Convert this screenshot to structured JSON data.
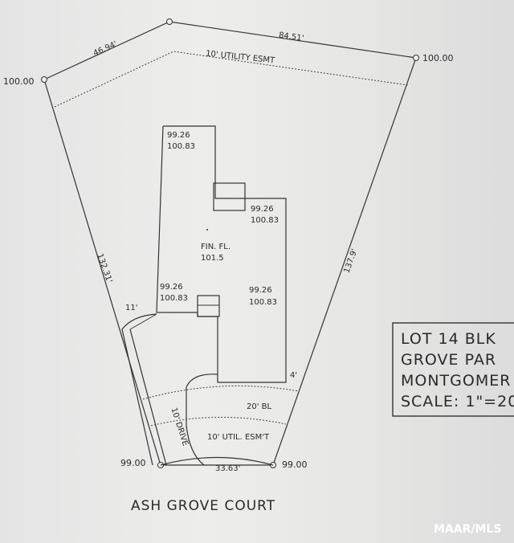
{
  "corners": {
    "nw": "100.00",
    "ne": "100.00",
    "sw": "99.00",
    "se": "99.00"
  },
  "dimensions": {
    "north_left": "46.94'",
    "north_right": "84.51'",
    "west": "132.31'",
    "east": "137.9'",
    "south": "33.63'",
    "side_setback": "11'",
    "side_setback_east": "4'"
  },
  "easements": {
    "rear": "10' UTILITY ESMT",
    "front_util": "10' UTIL. ESM'T",
    "building_line": "20' BL"
  },
  "house": {
    "elev_nw_1": "99.26",
    "elev_nw_2": "100.83",
    "elev_ne_1": "99.26",
    "elev_ne_2": "100.83",
    "elev_sw_1": "99.26",
    "elev_sw_2": "100.83",
    "elev_se_1": "99.26",
    "elev_se_2": "100.83",
    "floor_label": "FIN. FL.",
    "floor_value": "101.5"
  },
  "drive_label": "10' DRIVE",
  "street": "ASH GROVE COURT",
  "legend": {
    "line1": "LOT 14 BLK",
    "line2": "GROVE PAR",
    "line3": "MONTGOMER",
    "line4": "SCALE: 1\"=20"
  },
  "watermark": "MAAR/MLS"
}
